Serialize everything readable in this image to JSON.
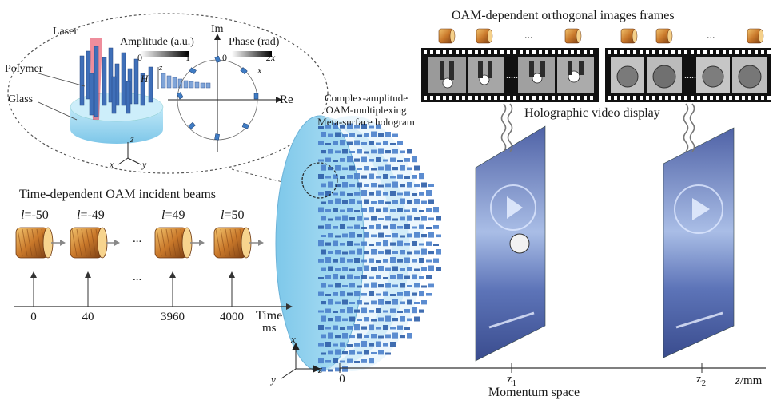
{
  "inset": {
    "laser": "Laser",
    "polymer": "Polymer",
    "glass": "Glass",
    "amplitude": "Amplitude (a.u.)",
    "amp_min": "0",
    "amp_max": "1",
    "phase": "Phase (rad)",
    "phase_min": "0",
    "phase_max": "2x",
    "im": "Im",
    "re": "Re",
    "h_label": "H",
    "z_axis": "z",
    "x_axis": "x",
    "y_axis": "y"
  },
  "metasurface": {
    "line1": "Complex-amplitude",
    "line2": "OAM-multiplexing",
    "line3": "Meta-surface hologram",
    "axis_x": "x",
    "axis_y": "y",
    "axis_z": "z"
  },
  "beams": {
    "title": "Time-dependent OAM incident beams",
    "l_prefix": "l",
    "items": [
      {
        "l": "=-50",
        "t": "0"
      },
      {
        "l": "=-49",
        "t": "40"
      },
      {
        "l": "=49",
        "t": "3960"
      },
      {
        "l": "=50",
        "t": "4000"
      }
    ],
    "ellipsis": "...",
    "time_label": "Time",
    "time_unit": "ms"
  },
  "video": {
    "title": "OAM-dependent orthogonal images frames",
    "display": "Holographic video display",
    "ellipsis": "...",
    "dots": "....."
  },
  "axis": {
    "zero": "0",
    "z1": "z",
    "z1_sub": "1",
    "z2": "z",
    "z2_sub": "2",
    "unit_z": "z",
    "unit_mm": "/mm",
    "momentum": "Momentum space"
  },
  "colors": {
    "pillar_blue": "#3f6fb8",
    "glass_cyan": "#8fd0ef",
    "beam_orange": "#d4872a",
    "laser_red": "#e0304a"
  }
}
